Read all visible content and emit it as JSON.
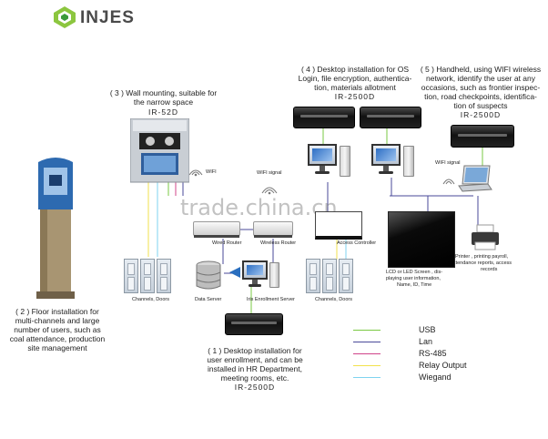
{
  "brand": {
    "name": "INJES"
  },
  "watermark": "trade.china.cn",
  "captions": {
    "floor": "( 2 ) Floor installation for multi-channels and large number of users, such as coal attendance, production site management",
    "wall_line1": "( 3 ) Wall mounting, suitable for",
    "wall_line2": "the narrow space",
    "wall_model": "IR-52D",
    "desktop_os_line1": "( 4 ) Desktop installation for OS",
    "desktop_os_line2": "Login, file encryption, authentica-",
    "desktop_os_line3": "tion, materials allotment",
    "desktop_os_model": "IR-2500D",
    "handheld_line1": "( 5 ) Handheld, using WIFI wireless",
    "handheld_line2": "network, identify the user at any",
    "handheld_line3": "occasions, such as frontier inspec-",
    "handheld_line4": "tion, road checkpoints, identifica-",
    "handheld_line5": "tion of suspects",
    "handheld_model": "IR-2500D",
    "enroll_line1": "( 1 ) Desktop installation for",
    "enroll_line2": "user enrollment, and can be",
    "enroll_line3": "installed in HR Department,",
    "enroll_line4": "meeting rooms, etc.",
    "enroll_model": "IR-2500D"
  },
  "labels": {
    "wifi": "WIFI",
    "wifi_signal_center": "WIFI signal",
    "wifi_signal_right": "WIFI signal",
    "wired_router": "Wired Router",
    "wireless_router": "Wireless Router",
    "access_controller": "Access Controller",
    "channels_doors_left": "Channels, Doors",
    "data_server": "Data Server",
    "iris_enrollment_server": "Iris Enrollment Server",
    "channels_doors_right": "Channels, Doors",
    "lcd_line1": "LCD or LED Screen , dis-",
    "lcd_line2": "playing user information,",
    "lcd_line3": "Name, ID, Time",
    "printer_line1": "Printer , printing payroll,",
    "printer_line2": "attendance reports, access",
    "printer_line3": "records"
  },
  "legend": [
    {
      "label": "USB",
      "color": "#7ac943"
    },
    {
      "label": "Lan",
      "color": "#4a4a9a"
    },
    {
      "label": "RS-485",
      "color": "#d0448a"
    },
    {
      "label": "Relay Output",
      "color": "#f2e14c"
    },
    {
      "label": "Wiegand",
      "color": "#7fd3f0"
    }
  ],
  "icons": {
    "logo": "injes-logo-icon",
    "floor_device": "floor-kiosk-icon",
    "wall_device": "wall-terminal-icon",
    "printer": "printer-icon",
    "laptop": "laptop-icon",
    "server": "database-server-icon"
  }
}
